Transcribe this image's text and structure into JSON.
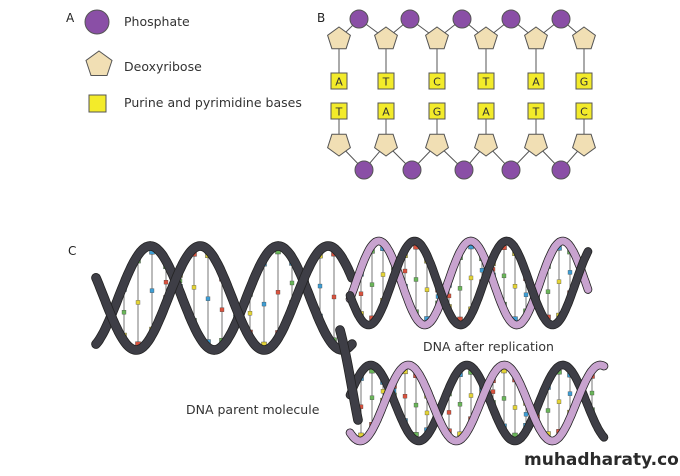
{
  "panels": {
    "a": "A",
    "b": "B",
    "c": "C"
  },
  "legend": {
    "phosphate": "Phosphate",
    "deoxyribose": "Deoxyribose",
    "bases": "Purine and pyrimidine bases"
  },
  "strand_top": [
    "A",
    "T",
    "C",
    "T",
    "A",
    "G"
  ],
  "strand_bottom": [
    "T",
    "A",
    "G",
    "A",
    "T",
    "C"
  ],
  "captions": {
    "after": "DNA after replication",
    "parent": "DNA parent molecule"
  },
  "watermark": "muhadharaty.com",
  "colors": {
    "phosphate": "#8a4fa6",
    "sugar": "#f1dfb4",
    "base": "#f3eb2a",
    "parent_strand": "#3e3e46",
    "new_strand": "#c8a3cf"
  }
}
